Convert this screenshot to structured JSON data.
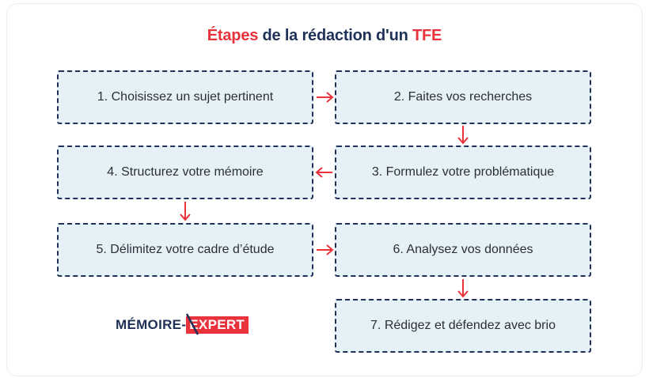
{
  "title": {
    "part1": "Étapes",
    "part2": " de la rédaction d'un ",
    "part3": "TFE"
  },
  "steps": [
    "1. Choisissez un sujet pertinent",
    "2. Faites vos recherches",
    "3. Formulez votre problématique",
    "4. Structurez votre mémoire",
    "5. Délimitez votre cadre d’étude",
    "6. Analysez vos données",
    "7. Rédigez et défendez avec brio"
  ],
  "logo": {
    "part1": "MÉMOIRE",
    "dash": "-",
    "part2": "EXPERT"
  },
  "colors": {
    "navy": "#1f3157",
    "red": "#e8323c",
    "box_fill": "#e5f0f7"
  }
}
